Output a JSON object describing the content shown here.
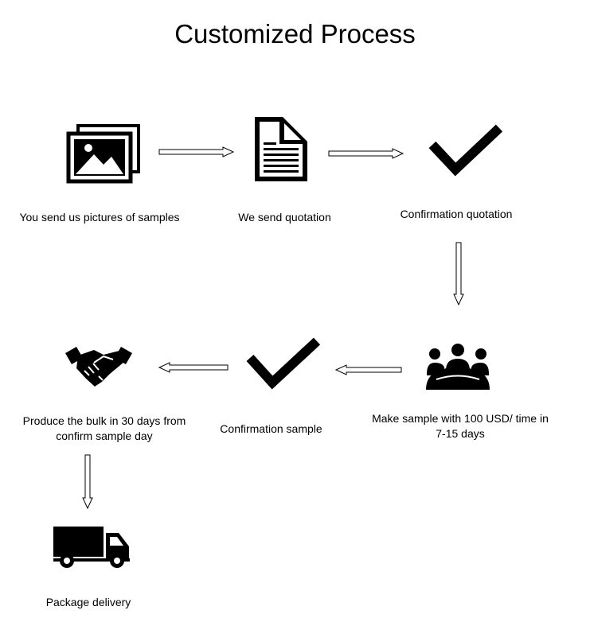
{
  "title": "Customized Process",
  "steps": [
    {
      "label": "You send us pictures of samples",
      "icon": "pictures-icon"
    },
    {
      "label": "We send quotation",
      "icon": "document-icon"
    },
    {
      "label": "Confirmation quotation",
      "icon": "checkmark-icon"
    },
    {
      "label": "Make sample with 100 USD/ time in 7-15 days",
      "icon": "team-meeting-icon"
    },
    {
      "label": "Confirmation sample",
      "icon": "checkmark-icon"
    },
    {
      "label": "Produce the bulk in 30 days from confirm sample day",
      "icon": "handshake-icon"
    },
    {
      "label": "Package delivery",
      "icon": "truck-icon"
    }
  ]
}
